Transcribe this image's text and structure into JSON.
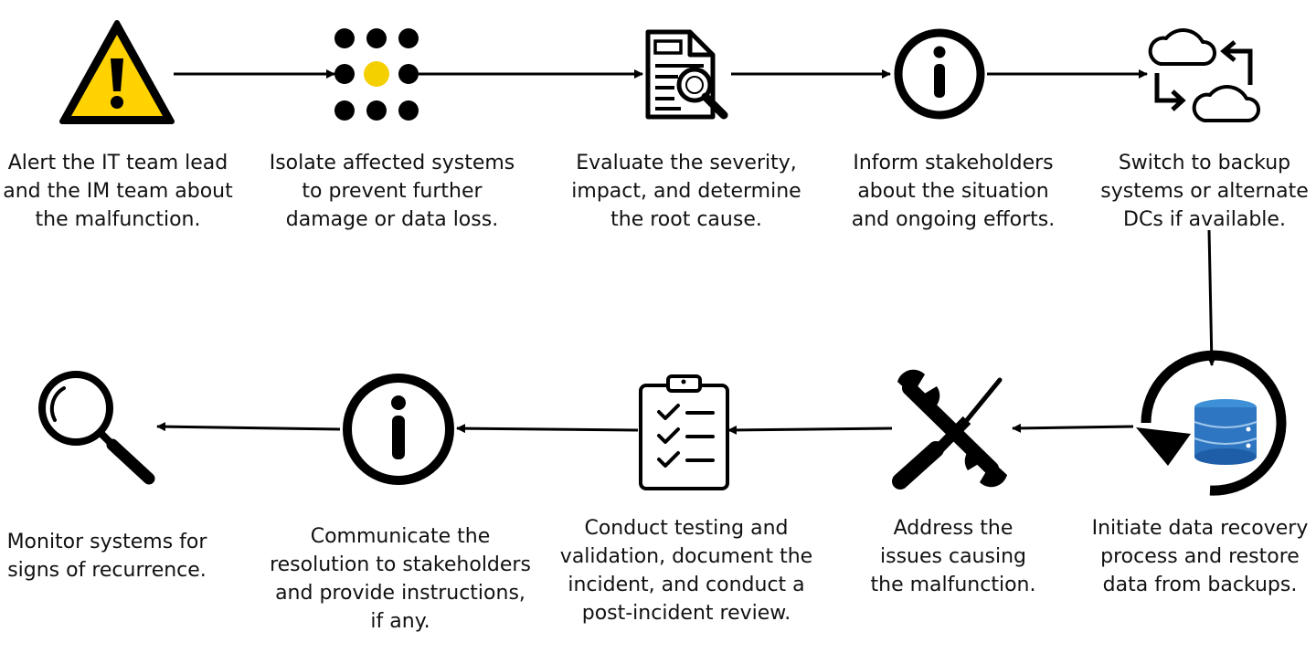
{
  "colors": {
    "ink": "#000000",
    "accent_yellow": "#F5D000",
    "warning_yellow": "#FFD200",
    "db_light": "#3D8FD6",
    "db_dark": "#1E5EA8"
  },
  "steps": [
    {
      "icon": "warning-icon",
      "lines": [
        "Alert the IT team lead",
        "and the IM team about",
        "the malfunction."
      ]
    },
    {
      "icon": "dot-grid-icon",
      "lines": [
        "Isolate affected systems",
        "to prevent further",
        "damage or data loss."
      ]
    },
    {
      "icon": "document-search-icon",
      "lines": [
        "Evaluate the severity,",
        "impact, and determine",
        "the root cause."
      ]
    },
    {
      "icon": "info-icon",
      "lines": [
        "Inform stakeholders",
        "about the situation",
        "and ongoing efforts."
      ]
    },
    {
      "icon": "cloud-switch-icon",
      "lines": [
        "Switch to backup",
        "systems or alternate",
        "DCs if available."
      ]
    },
    {
      "icon": "database-restore-icon",
      "lines": [
        "Initiate data recovery",
        "process and restore",
        "data from backups."
      ]
    },
    {
      "icon": "tools-icon",
      "lines": [
        "Address the",
        "issues causing",
        "the malfunction."
      ]
    },
    {
      "icon": "checklist-icon",
      "lines": [
        "Conduct testing and",
        "validation, document the",
        "incident, and conduct a",
        "post-incident review."
      ]
    },
    {
      "icon": "info-icon",
      "lines": [
        "Communicate the",
        "resolution to stakeholders",
        "and provide instructions,",
        "if any."
      ]
    },
    {
      "icon": "magnifier-icon",
      "lines": [
        "Monitor systems for",
        "signs of recurrence."
      ]
    }
  ]
}
